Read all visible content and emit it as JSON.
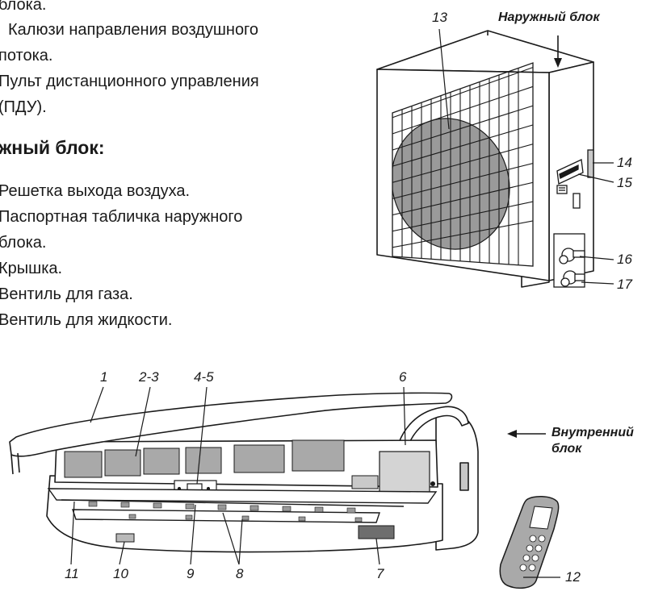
{
  "indoor_list_continued": [
    "блока.",
    "Калюзи направления воздушного",
    "потока.",
    "Пульт дистанционного управления",
    "(ПДУ)."
  ],
  "outdoor_heading": "жный блок:",
  "outdoor_list": [
    "Решетка выхода воздуха.",
    "Паспортная табличка наружного",
    "блока.",
    "Крышка.",
    "Вентиль для газа.",
    "Вентиль для жидкости."
  ],
  "outdoor_unit_label": "Наружный блок",
  "indoor_unit_label_line1": "Внутренний",
  "indoor_unit_label_line2": "блок",
  "callouts": {
    "c13": "13",
    "c14": "14",
    "c15": "15",
    "c16": "16",
    "c17": "17",
    "c1": "1",
    "c2_3": "2-3",
    "c4_5": "4-5",
    "c6": "6",
    "c11": "11",
    "c10": "10",
    "c9": "9",
    "c8": "8",
    "c7": "7",
    "c12": "12"
  },
  "colors": {
    "line": "#1a1a1a",
    "fan_gray": "#9a9a9a",
    "filter_gray": "#a9a9a9",
    "light_gray": "#d4d4d4"
  }
}
